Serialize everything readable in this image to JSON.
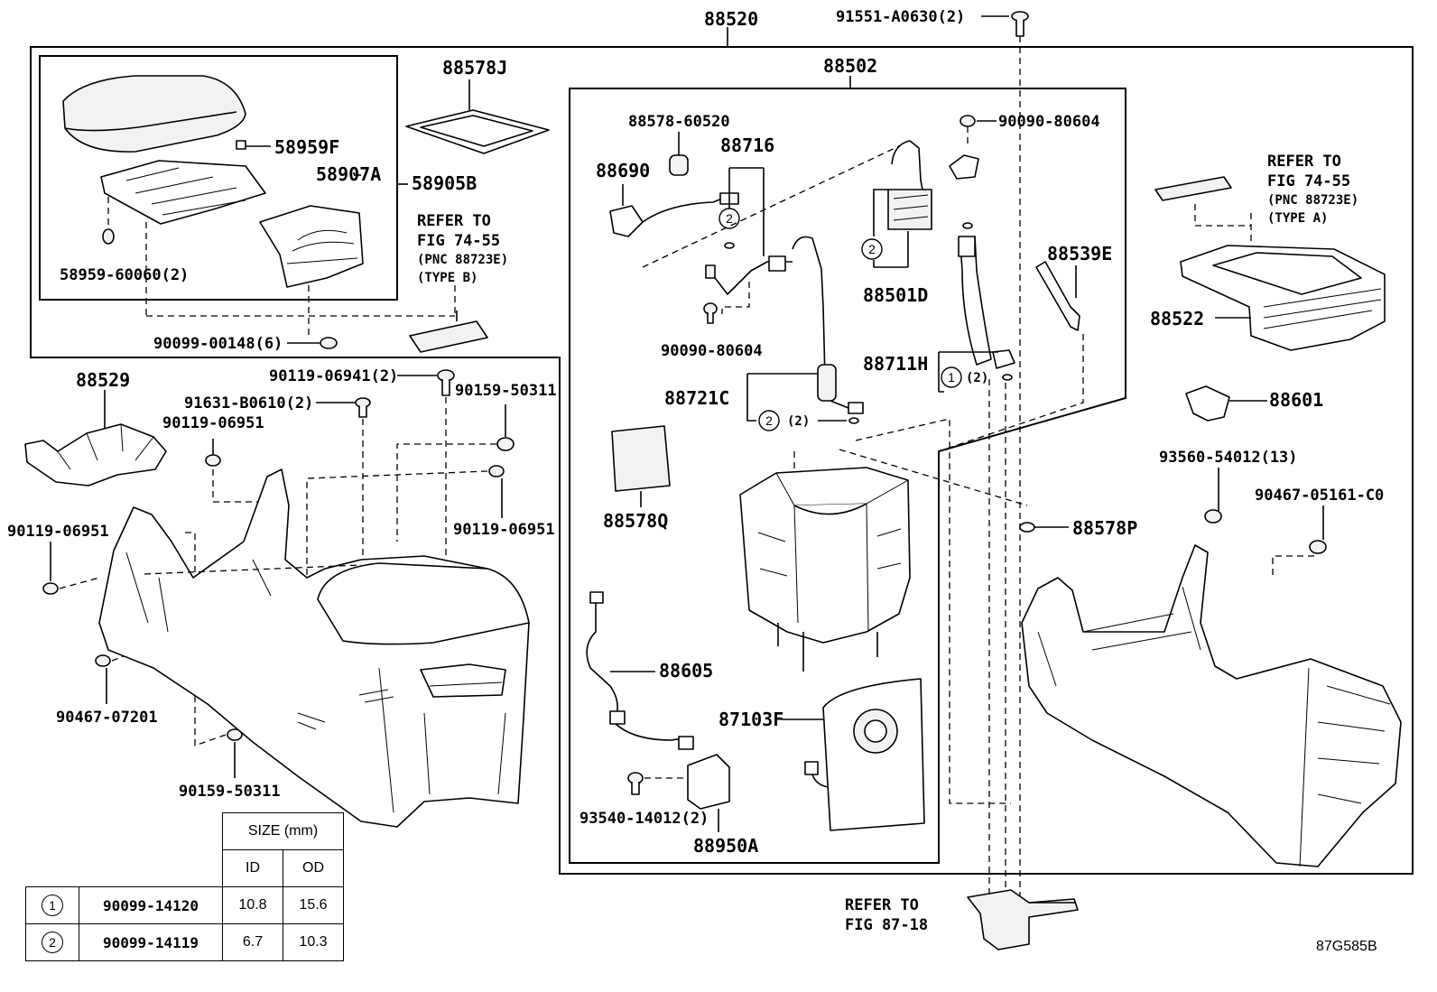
{
  "labels": {
    "p88520": "88520",
    "p91551": "91551-A0630(2)",
    "p88502": "88502",
    "p88578J": "88578J",
    "p58959F": "58959F",
    "p58907A": "58907A",
    "p58905B": "58905B",
    "p58959_60060": "58959-60060(2)",
    "refer_b_1": "REFER TO",
    "refer_b_2": "FIG 74-55",
    "refer_b_3": "(PNC 88723E)",
    "refer_b_4": "(TYPE B)",
    "p90099_00148": "90099-00148(6)",
    "p88578_60520": "88578-60520",
    "p88716": "88716",
    "p88690": "88690",
    "p90090_80604_a": "90090-80604",
    "p90090_80604_b": "90090-80604",
    "p88501D": "88501D",
    "p88539E": "88539E",
    "p88711H": "88711H",
    "p88721C": "88721C",
    "p88578Q": "88578Q",
    "p88578P": "88578P",
    "p88605": "88605",
    "p87103F": "87103F",
    "p93540_14012": "93540-14012(2)",
    "p88950A": "88950A",
    "refer_a_1": "REFER TO",
    "refer_a_2": "FIG 74-55",
    "refer_a_3": "(PNC 88723E)",
    "refer_a_4": "(TYPE A)",
    "p88522": "88522",
    "p88601": "88601",
    "p93560_54012": "93560-54012(13)",
    "p90467_05161": "90467-05161-C0",
    "p88529": "88529",
    "p90119_06941": "90119-06941(2)",
    "p91631_B0610": "91631-B0610(2)",
    "p90159_50311_a": "90159-50311",
    "p90119_06951_a": "90119-06951",
    "p90119_06951_b": "90119-06951",
    "p90119_06951_c": "90119-06951",
    "p90467_07201": "90467-07201",
    "p90159_50311_b": "90159-50311",
    "refer_c_1": "REFER TO",
    "refer_c_2": "FIG 87-18",
    "circ1": "1",
    "circ2": "2",
    "cnt2": "(2)"
  },
  "size_table": {
    "header": "SIZE (mm)",
    "col_id": "ID",
    "col_od": "OD",
    "rows": [
      {
        "mark": "1",
        "part": "90099-14120",
        "id": "10.8",
        "od": "15.6"
      },
      {
        "mark": "2",
        "part": "90099-14119",
        "id": "6.7",
        "od": "10.3"
      }
    ]
  },
  "diagram_code": "87G585B"
}
